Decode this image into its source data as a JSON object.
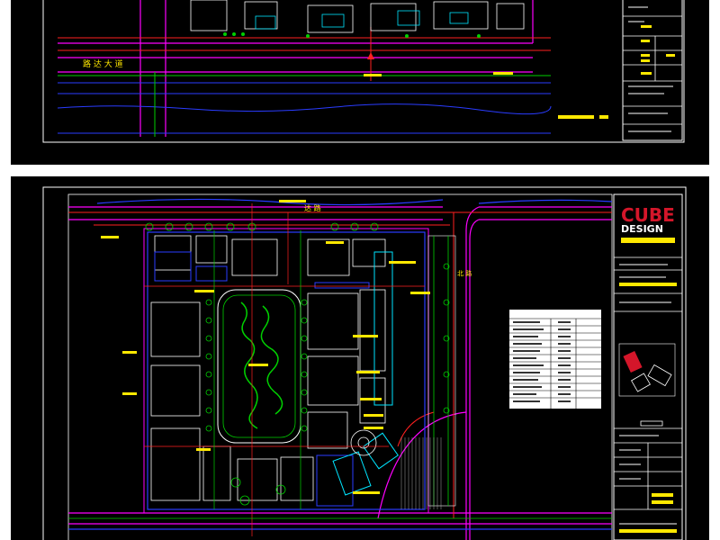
{
  "logo": {
    "line1": "CUBE",
    "line2": "DESIGN"
  },
  "top_sheet": {
    "road_label": "路 达 大 道"
  },
  "bottom_sheet": {
    "road_label_top": "达 路",
    "road_label_right": "北 路"
  },
  "colors": {
    "background": "#000000",
    "frame": "#ffffff",
    "road_magenta": "#ff00ff",
    "lot_blue": "#2a3cff",
    "building_white": "#ffffff",
    "tree_green": "#00d000",
    "label_yellow": "#ffe800",
    "red_line": "#ff2020",
    "cyan": "#00e5ff",
    "title_red": "#d4162a"
  }
}
